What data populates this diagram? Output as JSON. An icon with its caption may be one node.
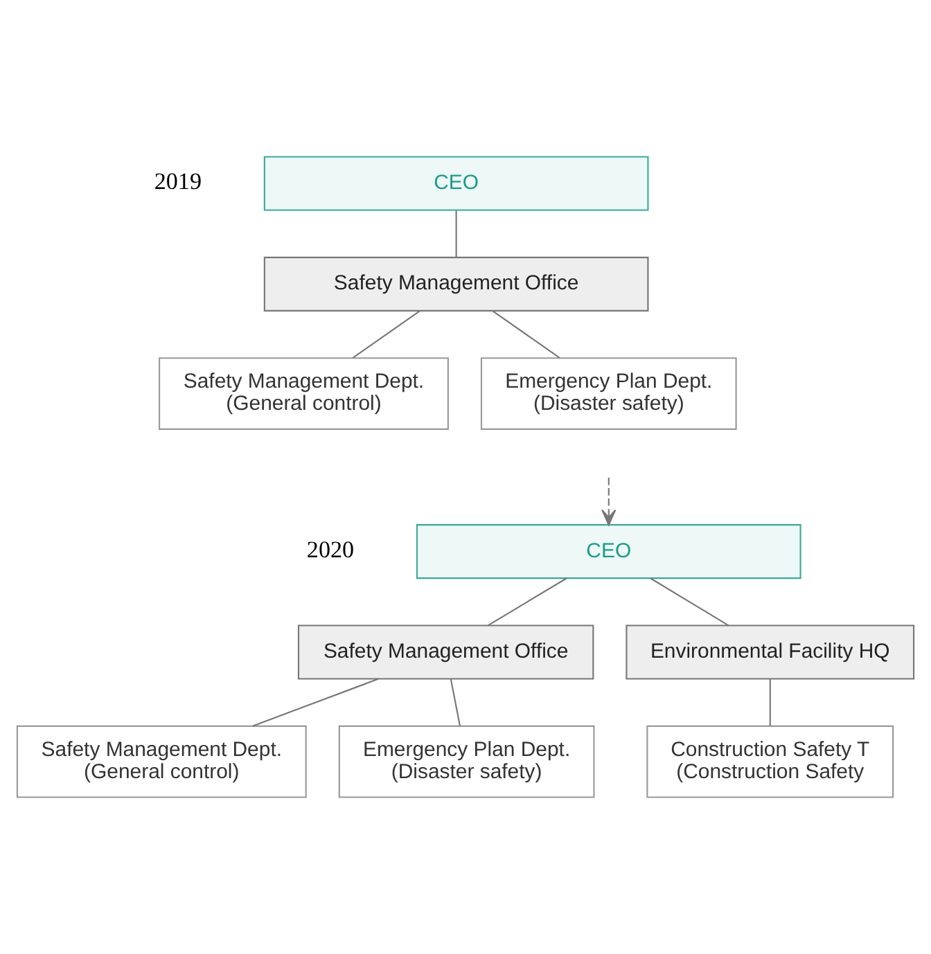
{
  "diagram": {
    "nodes": [
      {
        "text": [
          "CEO"
        ]
      },
      {
        "text": [
          "Safety Management Office"
        ]
      },
      {
        "text": [
          "Safety Management Dept.",
          "(General control)"
        ]
      },
      {
        "text": [
          "Emergency Plan Dept.",
          "(Disaster safety)"
        ]
      },
      {
        "text": [
          "CEO"
        ]
      },
      {
        "text": [
          "Safety Management Office"
        ]
      },
      {
        "text": [
          "Environmental Facility HQ"
        ]
      },
      {
        "text": [
          "Safety Management Dept.",
          "(General control)"
        ]
      },
      {
        "text": [
          "Emergency Plan Dept.",
          "(Disaster safety)"
        ]
      },
      {
        "text": [
          "Construction Safety T",
          "(Construction Safety"
        ]
      }
    ],
    "edges": [
      {
        "from": 0,
        "to": 1,
        "arrow": "none"
      },
      {
        "from": 1,
        "to": 2,
        "arrow": "none"
      },
      {
        "from": 1,
        "to": 3,
        "arrow": "none"
      },
      {
        "from": null,
        "to": 4,
        "arrow": "to",
        "style": "dashed"
      },
      {
        "from": 4,
        "to": 5,
        "arrow": "none"
      },
      {
        "from": 4,
        "to": 6,
        "arrow": "none"
      },
      {
        "from": 5,
        "to": 7,
        "arrow": "none"
      },
      {
        "from": 5,
        "to": 8,
        "arrow": "none"
      },
      {
        "from": 6,
        "to": 9,
        "arrow": "none"
      }
    ],
    "labels": [
      "2019",
      "2020"
    ]
  }
}
